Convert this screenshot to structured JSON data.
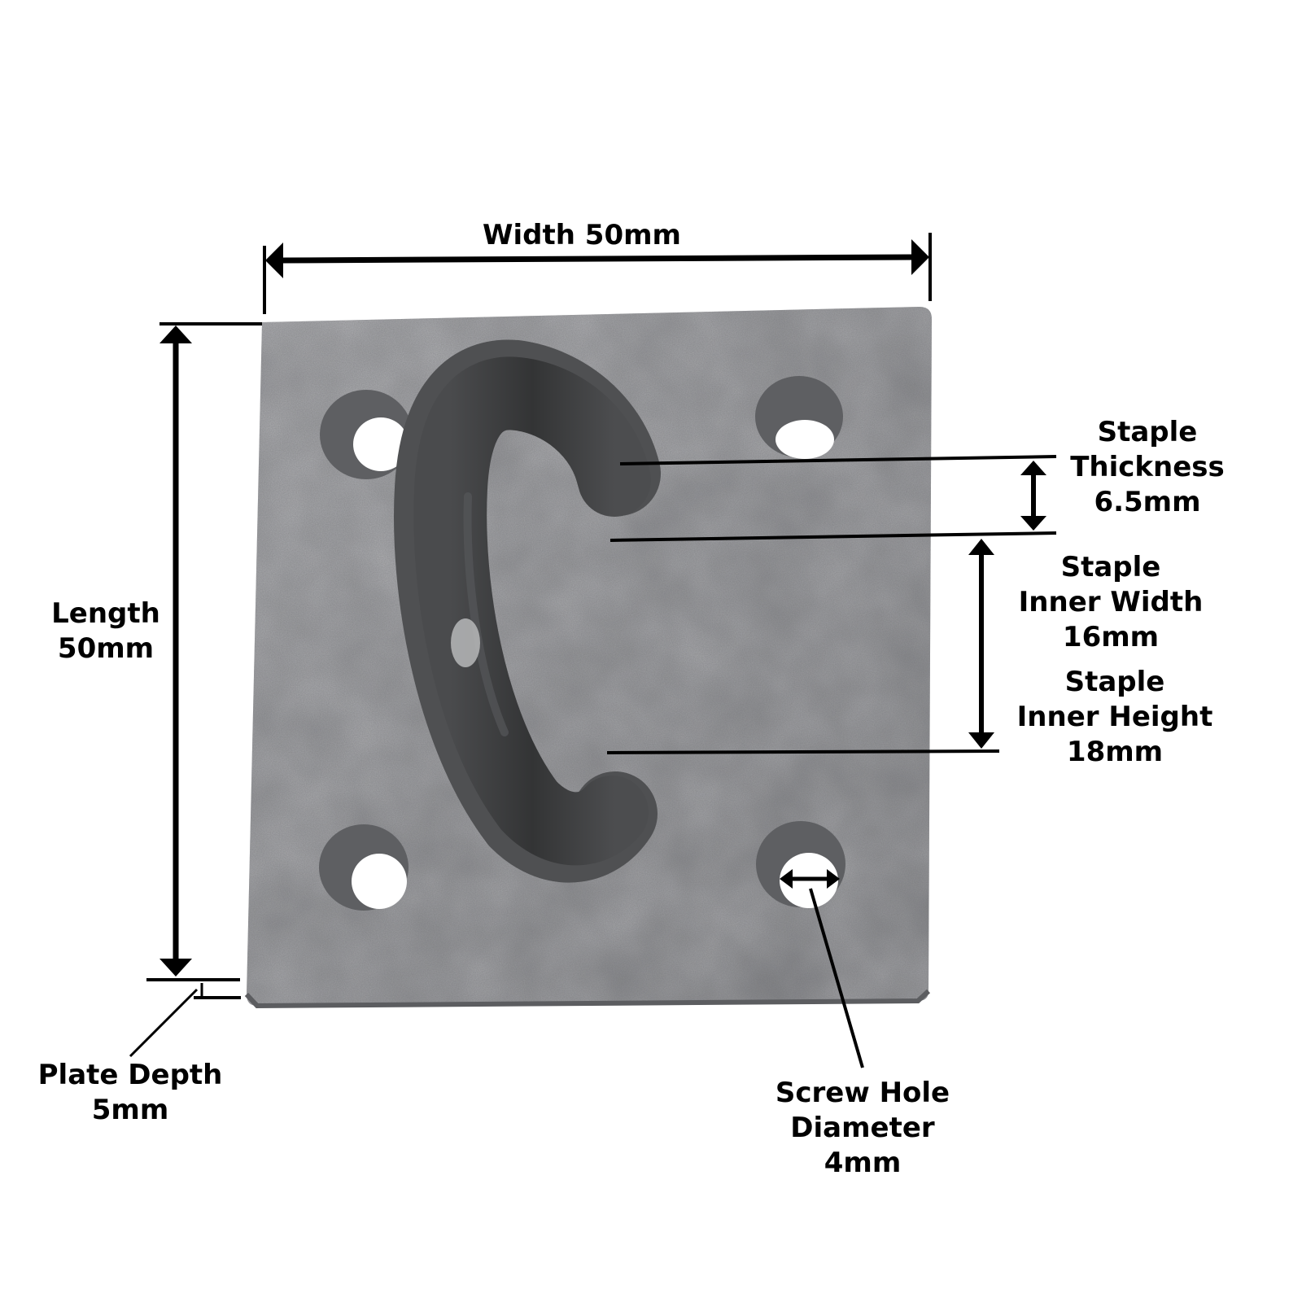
{
  "colors": {
    "background": "#ffffff",
    "ink": "#000000",
    "plate": "#8c8c8c",
    "plate_dark": "#5f5f5f",
    "staple": "#3c3d3e",
    "hole": "#ffffff"
  },
  "labels": {
    "width": "Width 50mm",
    "length": [
      "Length",
      "50mm"
    ],
    "staple_thickness": [
      "Staple",
      "Thickness",
      "6.5mm"
    ],
    "staple_inner_width": [
      "Staple",
      "Inner Width",
      "16mm"
    ],
    "staple_inner_height": [
      "Staple",
      "Inner Height",
      "18mm"
    ],
    "plate_depth": [
      "Plate Depth",
      "5mm"
    ],
    "screw_hole": [
      "Screw Hole",
      "Diameter",
      "4mm"
    ]
  },
  "icons": {
    "plate": "galvanised-steel-wall-plate",
    "staple": "curved-staple-hook",
    "holes": "screw-hole"
  }
}
